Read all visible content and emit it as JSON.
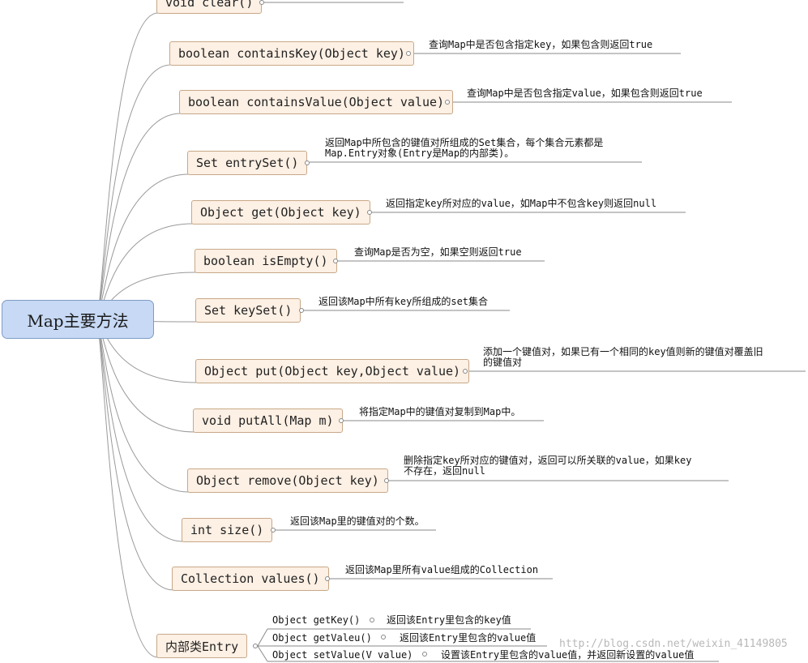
{
  "root": {
    "label": "Map主要方法"
  },
  "methods": [
    {
      "signature": "void clear()",
      "desc": []
    },
    {
      "signature": "boolean containsKey(Object key)",
      "desc": [
        "查询Map中是否包含指定key，如果包含则返回true"
      ]
    },
    {
      "signature": "boolean containsValue(Object value)",
      "desc": [
        "查询Map中是否包含指定value，如果包含则返回true"
      ]
    },
    {
      "signature": "Set entrySet()",
      "desc": [
        "返回Map中所包含的键值对所组成的Set集合，每个集合元素都是",
        "Map.Entry对象(Entry是Map的内部类)。"
      ]
    },
    {
      "signature": "Object get(Object key)",
      "desc": [
        "返回指定key所对应的value，如Map中不包含key则返回null"
      ]
    },
    {
      "signature": "boolean isEmpty()",
      "desc": [
        "查询Map是否为空，如果空则返回true"
      ]
    },
    {
      "signature": "Set keySet()",
      "desc": [
        "返回该Map中所有key所组成的set集合"
      ]
    },
    {
      "signature": "Object put(Object key,Object value)",
      "desc": [
        "添加一个键值对，如果已有一个相同的key值则新的键值对覆盖旧",
        "的键值对"
      ]
    },
    {
      "signature": "void putAll(Map m)",
      "desc": [
        "将指定Map中的键值对复制到Map中。"
      ]
    },
    {
      "signature": "Object remove(Object key)",
      "desc": [
        "删除指定key所对应的键值对，返回可以所关联的value，如果key",
        "不存在，返回null"
      ]
    },
    {
      "signature": "int size()",
      "desc": [
        "返回该Map里的键值对的个数。"
      ]
    },
    {
      "signature": "Collection values()",
      "desc": [
        "返回该Map里所有value组成的Collection"
      ]
    }
  ],
  "entry": {
    "label": "内部类Entry",
    "methods": [
      {
        "signature": "Object getKey()",
        "desc": "返回该Entry里包含的key值"
      },
      {
        "signature": "Object getValeu()",
        "desc": "返回该Entry里包含的value值"
      },
      {
        "signature": "Object setValue(V value)",
        "desc": "设置该Entry里包含的value值，并返回新设置的value值"
      }
    ]
  },
  "watermark": "http://blog.csdn.net/weixin_41149805"
}
